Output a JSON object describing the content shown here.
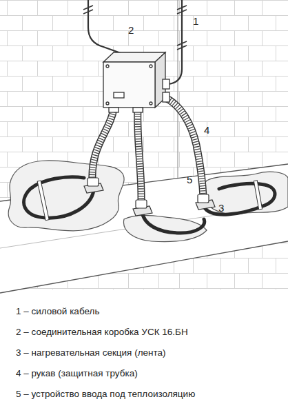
{
  "diagram": {
    "labels": [
      "1",
      "2",
      "4",
      "5",
      "3",
      "1 – силовой кабель",
      "2 – соединительная коробка УСК 16.БН",
      "3 – нагревательная секция (лента)",
      "4 – рукав (защитная трубка)",
      "5 – устройство ввода под теплоизоляцию"
    ]
  }
}
